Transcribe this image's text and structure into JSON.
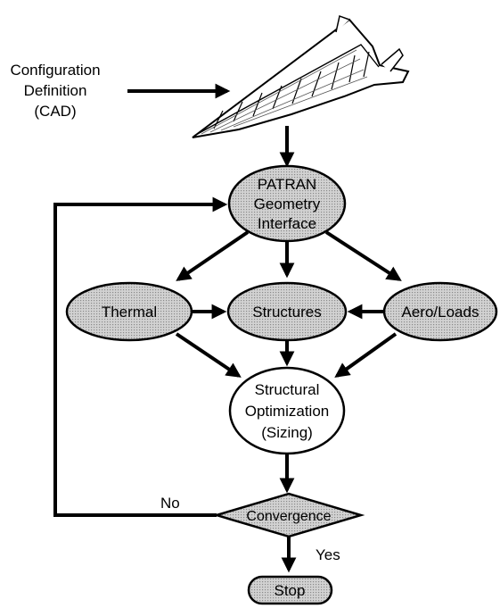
{
  "input": {
    "line1": "Configuration",
    "line2": "Definition",
    "line3": "(CAD)"
  },
  "nodes": {
    "patran": [
      "PATRAN",
      "Geometry",
      "Interface"
    ],
    "thermal": "Thermal",
    "structures": "Structures",
    "aero_loads": "Aero/Loads",
    "optimization": [
      "Structural",
      "Optimization",
      "(Sizing)"
    ],
    "convergence": "Convergence",
    "stop": "Stop"
  },
  "edge_labels": {
    "no": "No",
    "yes": "Yes"
  },
  "colors": {
    "shape_fill": "#c4c4c4",
    "stroke": "#000000"
  }
}
